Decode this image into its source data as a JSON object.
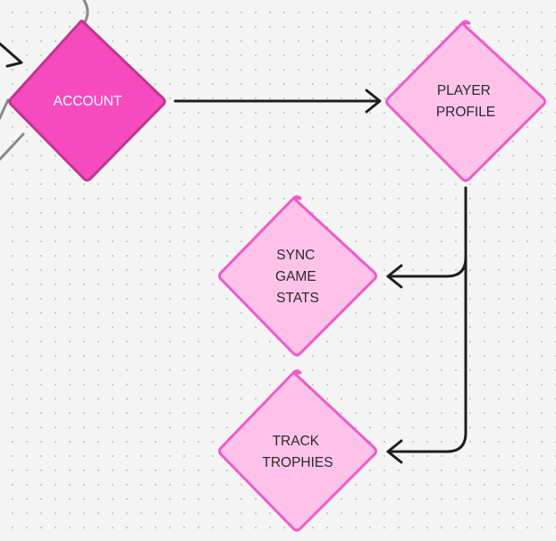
{
  "colors": {
    "background": "#f5f5f5",
    "dot": "#c9c9c9",
    "edge": "#1e1e1e",
    "faded_edge": "#8a8a8a",
    "account_fill": "#f54bbf",
    "account_stroke": "#c2358f",
    "account_text": "#ffffff",
    "node_fill": "#ffc3ea",
    "node_stroke": "#f25ac8",
    "node_text": "#2a2a2a"
  },
  "nodes": {
    "account": {
      "lines": [
        "ACCOUNT"
      ]
    },
    "player_profile": {
      "lines": [
        "PLAYER",
        "PROFILE"
      ]
    },
    "sync_game_stats": {
      "lines": [
        "SYNC",
        "GAME",
        "STATS"
      ]
    },
    "track_trophies": {
      "lines": [
        "TRACK",
        "TROPHIES"
      ]
    }
  }
}
